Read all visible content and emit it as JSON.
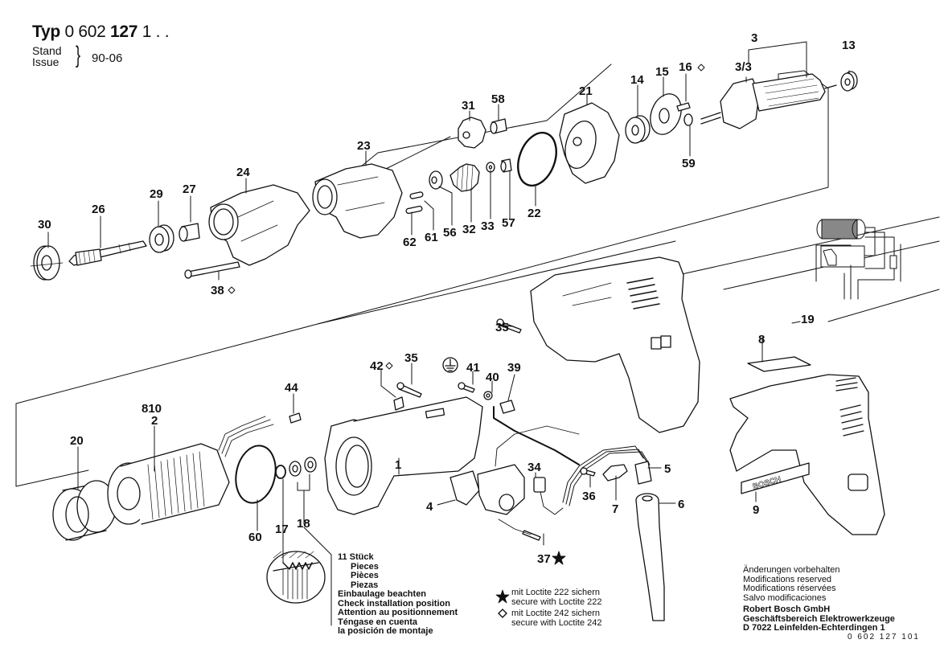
{
  "header": {
    "type_prefix": "Typ",
    "type_code": "0 602",
    "type_code_bold": "127",
    "type_suffix": "1 . .",
    "stand_label": "Stand",
    "issue_label": "Issue",
    "issue_value": "90-06"
  },
  "parts": [
    {
      "id": "p30",
      "label": "30"
    },
    {
      "id": "p26",
      "label": "26"
    },
    {
      "id": "p29",
      "label": "29"
    },
    {
      "id": "p27",
      "label": "27"
    },
    {
      "id": "p24",
      "label": "24"
    },
    {
      "id": "p38",
      "label": "38",
      "mark": "loctite-242"
    },
    {
      "id": "p23",
      "label": "23"
    },
    {
      "id": "p62",
      "label": "62"
    },
    {
      "id": "p61",
      "label": "61"
    },
    {
      "id": "p56",
      "label": "56"
    },
    {
      "id": "p32",
      "label": "32"
    },
    {
      "id": "p33",
      "label": "33"
    },
    {
      "id": "p57",
      "label": "57"
    },
    {
      "id": "p31",
      "label": "31"
    },
    {
      "id": "p58",
      "label": "58"
    },
    {
      "id": "p22",
      "label": "22"
    },
    {
      "id": "p21",
      "label": "21"
    },
    {
      "id": "p14",
      "label": "14"
    },
    {
      "id": "p15",
      "label": "15"
    },
    {
      "id": "p16",
      "label": "16",
      "mark": "loctite-242"
    },
    {
      "id": "p59",
      "label": "59"
    },
    {
      "id": "p3",
      "label": "3"
    },
    {
      "id": "p3_3",
      "label": "3/3"
    },
    {
      "id": "p13",
      "label": "13"
    },
    {
      "id": "p35a",
      "label": "35"
    },
    {
      "id": "p19",
      "label": "19"
    },
    {
      "id": "p8",
      "label": "8"
    },
    {
      "id": "p9",
      "label": "9"
    },
    {
      "id": "p20",
      "label": "20"
    },
    {
      "id": "p810",
      "label": "810"
    },
    {
      "id": "p2",
      "label": "2"
    },
    {
      "id": "p44",
      "label": "44"
    },
    {
      "id": "p60",
      "label": "60"
    },
    {
      "id": "p17",
      "label": "17"
    },
    {
      "id": "p18",
      "label": "18"
    },
    {
      "id": "p42",
      "label": "42",
      "mark": "loctite-242"
    },
    {
      "id": "p35b",
      "label": "35"
    },
    {
      "id": "p41",
      "label": "41"
    },
    {
      "id": "p40",
      "label": "40"
    },
    {
      "id": "p39",
      "label": "39"
    },
    {
      "id": "p1",
      "label": "1"
    },
    {
      "id": "p4",
      "label": "4"
    },
    {
      "id": "p34",
      "label": "34"
    },
    {
      "id": "p37",
      "label": "37",
      "mark": "loctite-222"
    },
    {
      "id": "p36",
      "label": "36"
    },
    {
      "id": "p7",
      "label": "7"
    },
    {
      "id": "p5",
      "label": "5"
    },
    {
      "id": "p6",
      "label": "6"
    }
  ],
  "ground_symbol": "earth-ground",
  "nameplate_text": "BOSCH",
  "detail_note": {
    "count": "11 Stück",
    "lines": [
      "Pieces",
      "Pièces",
      "Piezas"
    ],
    "install": [
      "Einbaulage beachten",
      "Check installation position",
      "Attention au positionnement",
      "Téngase en cuenta",
      "la posición de montaje"
    ]
  },
  "loctite_legend": [
    {
      "symbol": "star",
      "line1": "mit Loctite 222 sichern",
      "line2": "secure with Loctite 222"
    },
    {
      "symbol": "diamond",
      "line1": "mit Loctite 242 sichern",
      "line2": "secure with Loctite 242"
    }
  ],
  "footer": {
    "modifications": [
      "Änderungen vorbehalten",
      "Modifications reserved",
      "Modifications réservées",
      "Salvo modificaciones"
    ],
    "company": [
      "Robert Bosch GmbH",
      "Geschäftsbereich Elektrowerkzeuge",
      "D 7022 Leinfelden-Echterdingen 1"
    ],
    "document_number": "0 602 127 101"
  }
}
